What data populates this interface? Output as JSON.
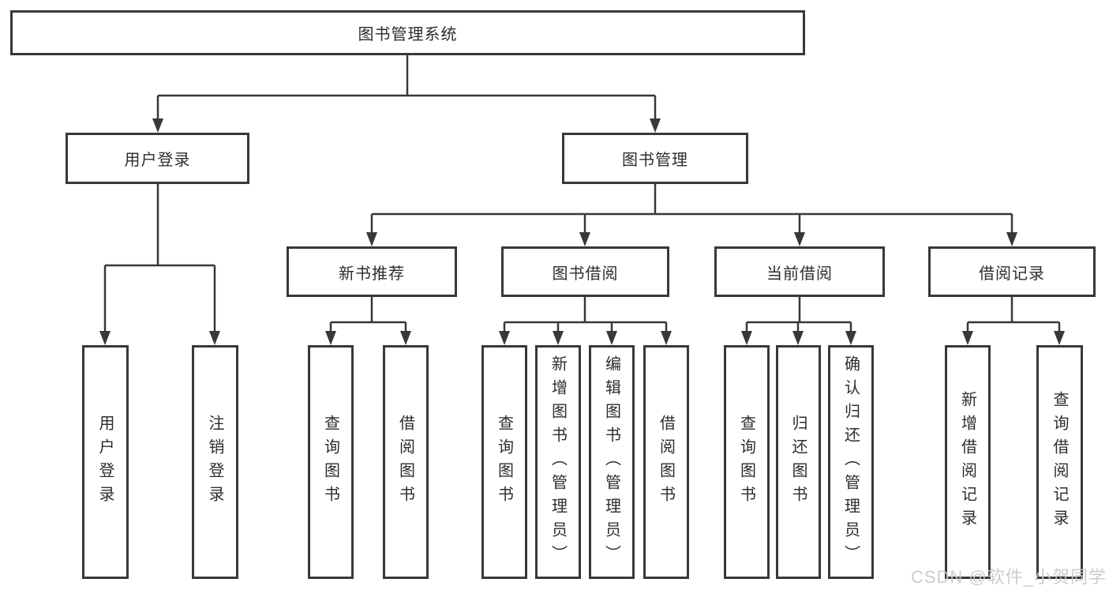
{
  "colors": {
    "line": "#383838",
    "border": "#383838",
    "text": "#2d2d2d",
    "box_bg": "#ffffff",
    "watermark": "#c9c9c9"
  },
  "watermark": {
    "text": "CSDN @软件_小贺同学"
  },
  "tree": {
    "label": "图书管理系统",
    "children": [
      {
        "label": "用户登录",
        "children": [
          {
            "label": "用户登录"
          },
          {
            "label": "注销登录"
          }
        ]
      },
      {
        "label": "图书管理",
        "children": [
          {
            "label": "新书推荐",
            "children": [
              {
                "label": "查询图书"
              },
              {
                "label": "借阅图书"
              }
            ]
          },
          {
            "label": "图书借阅",
            "children": [
              {
                "label": "查询图书"
              },
              {
                "label": "新增图书（管理员）"
              },
              {
                "label": "编辑图书（管理员）"
              },
              {
                "label": "借阅图书"
              }
            ]
          },
          {
            "label": "当前借阅",
            "children": [
              {
                "label": "查询图书"
              },
              {
                "label": "归还图书"
              },
              {
                "label": "确认归还（管理员）"
              }
            ]
          },
          {
            "label": "借阅记录",
            "children": [
              {
                "label": "新增借阅记录"
              },
              {
                "label": "查询借阅记录"
              }
            ]
          }
        ]
      }
    ]
  }
}
